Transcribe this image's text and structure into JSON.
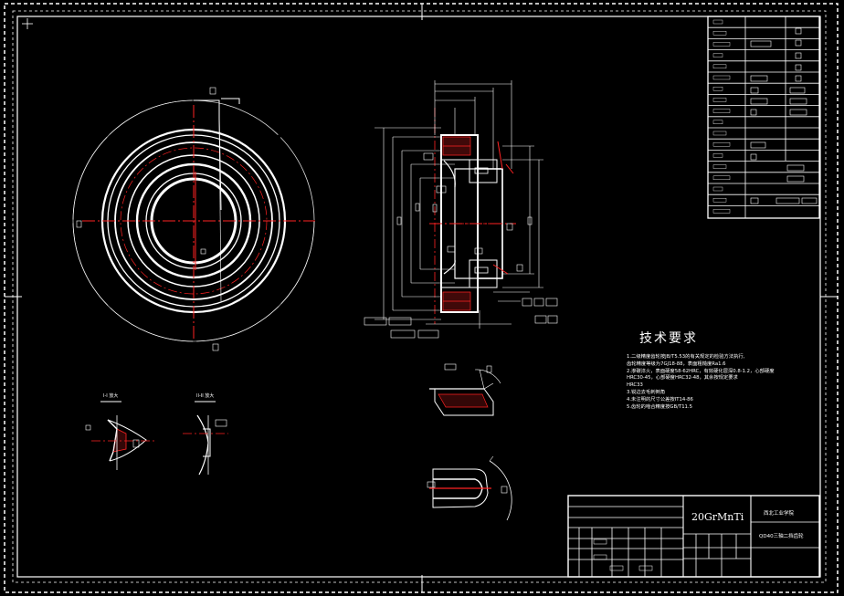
{
  "technical_requirements": {
    "title": "技术要求",
    "notes": [
      "1.二级精度齿轮按JB/T5.53的有关规定的检验方法执行,",
      "  齿轮精度等级为7GJ18-88，表面粗糙度Ra1.6",
      "2.渗碳淬火，表面硬度58-62HRC，有效硬化层深0.8-1.2，心部硬度",
      "  HRC30-45，心部硬度HRC32-48，其余按规定要求",
      "  HRC33",
      "3.锐边去毛刺倒角",
      "4.未注明的尺寸公差按IT14-86",
      "5.齿轮的啮合精度按GB/T11.5"
    ]
  },
  "title_block": {
    "material": "20GrMnTi",
    "company": "西北工业学院",
    "drawing_name": "QD40三轴二挡齿轮"
  },
  "views": {
    "section_a_label": "I-I 放大",
    "section_b_label": "II-II 放大"
  }
}
